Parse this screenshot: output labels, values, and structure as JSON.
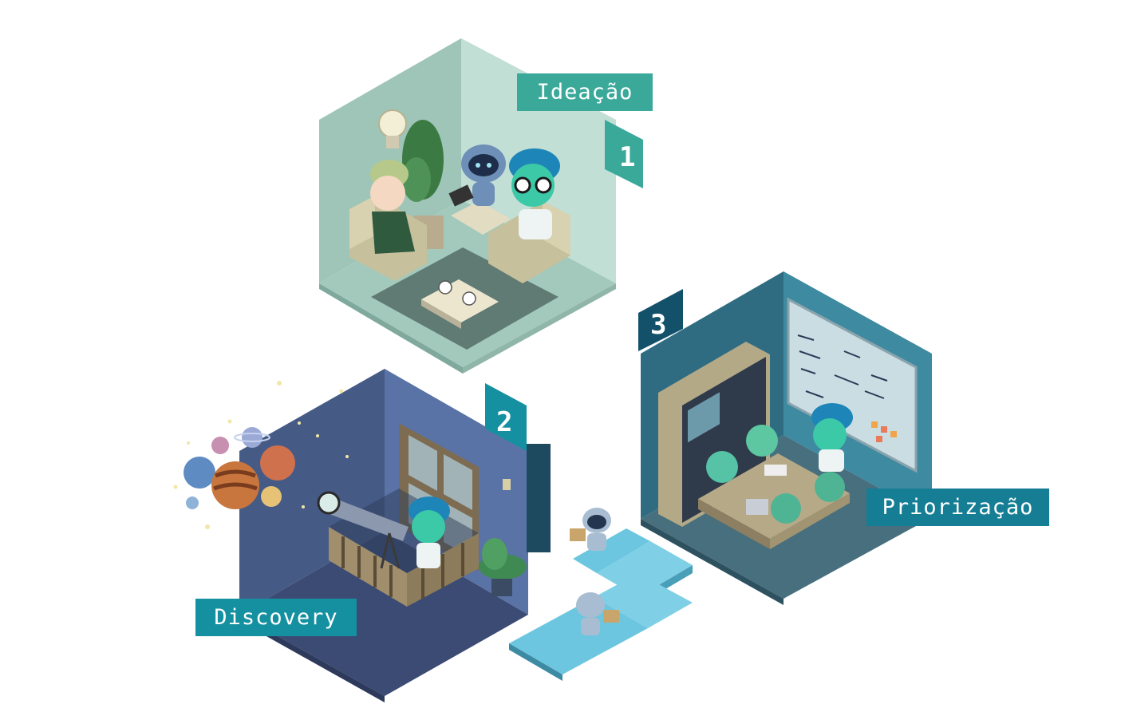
{
  "stages": [
    {
      "number": "1",
      "label": "Ideação",
      "name": "ideation-room"
    },
    {
      "number": "2",
      "label": "Discovery",
      "name": "discovery-room"
    },
    {
      "number": "3",
      "label": "Priorização",
      "name": "prioritization-room"
    }
  ],
  "colors": {
    "ideation_label": "#3aa99a",
    "discovery_label": "#1590a0",
    "prioritization_label": "#157e94",
    "ideation_room": "#a8ccbf",
    "discovery_room": "#4a5f8c",
    "prioritization_room": "#3d7e92"
  }
}
